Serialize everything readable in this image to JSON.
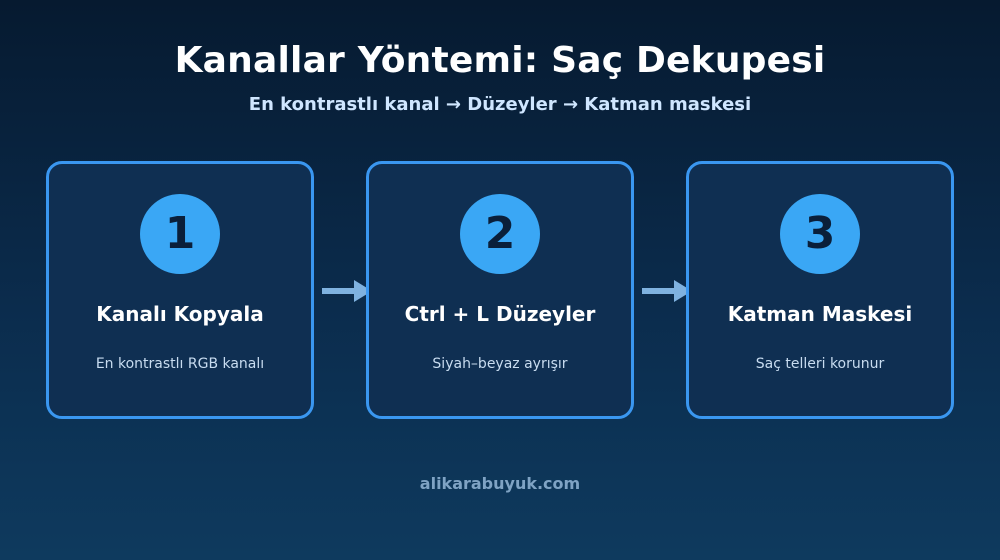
{
  "header": {
    "title": "Kanallar Yöntemi: Saç Dekupesi",
    "subtitle": "En kontrastlı kanal → Düzeyler → Katman maskesi"
  },
  "steps": [
    {
      "number": "1",
      "title": "Kanalı Kopyala",
      "description": "En kontrastlı RGB kanalı"
    },
    {
      "number": "2",
      "title": "Ctrl + L Düzeyler",
      "description": "Siyah–beyaz ayrışır"
    },
    {
      "number": "3",
      "title": "Katman Maskesi",
      "description": "Saç telleri korunur"
    }
  ],
  "footer": {
    "text": "alikarabuyuk.com"
  },
  "colors": {
    "card_border": "#3a97f0",
    "badge": "#3aa7f5",
    "arrow": "#7fb2e0"
  },
  "icons": [
    "arrow-right-icon"
  ]
}
